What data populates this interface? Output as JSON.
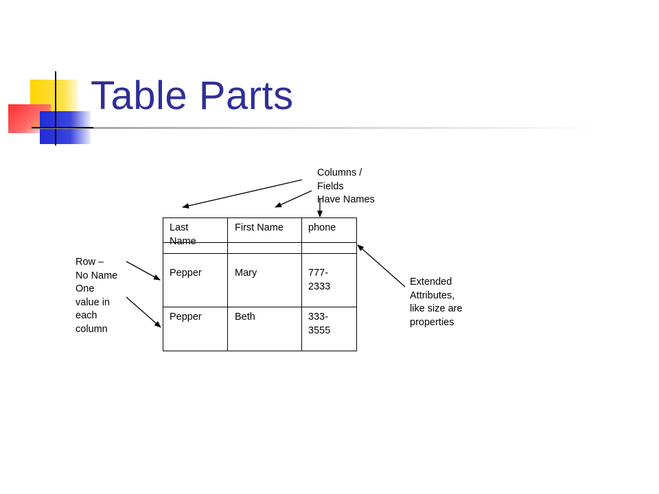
{
  "slide": {
    "title": "Table Parts"
  },
  "annotations": {
    "columns": "Columns /\nFields\nHave Names",
    "rows": "Row –\nNo Name\nOne\nvalue in\neach\ncolumn",
    "extended": "Extended\nAttributes,\nlike size are\nproperties"
  },
  "table": {
    "headers": [
      "Last\nName",
      "First Name",
      "phone"
    ],
    "rows": [
      [
        "Pepper",
        "Mary",
        "777-\n2333"
      ],
      [
        "Pepper",
        "Beth",
        "333-\n3555"
      ]
    ]
  },
  "colors": {
    "title": "#2f2f99",
    "accent_yellow": "#ffd400",
    "accent_blue": "#1f2bd6",
    "accent_red": "#ff2d2d"
  }
}
